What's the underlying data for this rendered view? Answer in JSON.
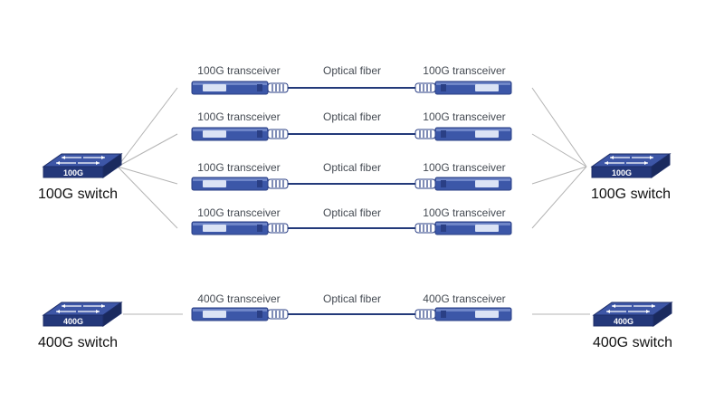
{
  "colors": {
    "module_body": "#3c57a8",
    "module_dark": "#2a3f85",
    "module_light": "#dbe3f5",
    "fiber": "#233a7a",
    "link_line": "#b4b4b4",
    "switch_top": "#3d56a6",
    "switch_front": "#24387a"
  },
  "groups": [
    {
      "switch_left": {
        "label": "100G switch",
        "badge": "100G"
      },
      "switch_right": {
        "label": "100G switch",
        "badge": "100G"
      },
      "links": [
        {
          "left_label": "100G transceiver",
          "fiber_label": "Optical fiber",
          "right_label": "100G transceiver"
        },
        {
          "left_label": "100G transceiver",
          "fiber_label": "Optical fiber",
          "right_label": "100G transceiver"
        },
        {
          "left_label": "100G transceiver",
          "fiber_label": "Optical fiber",
          "right_label": "100G transceiver"
        },
        {
          "left_label": "100G transceiver",
          "fiber_label": "Optical fiber",
          "right_label": "100G transceiver"
        }
      ]
    },
    {
      "switch_left": {
        "label": "400G switch",
        "badge": "400G"
      },
      "switch_right": {
        "label": "400G switch",
        "badge": "400G"
      },
      "links": [
        {
          "left_label": "400G transceiver",
          "fiber_label": "Optical fiber",
          "right_label": "400G transceiver"
        }
      ]
    }
  ]
}
